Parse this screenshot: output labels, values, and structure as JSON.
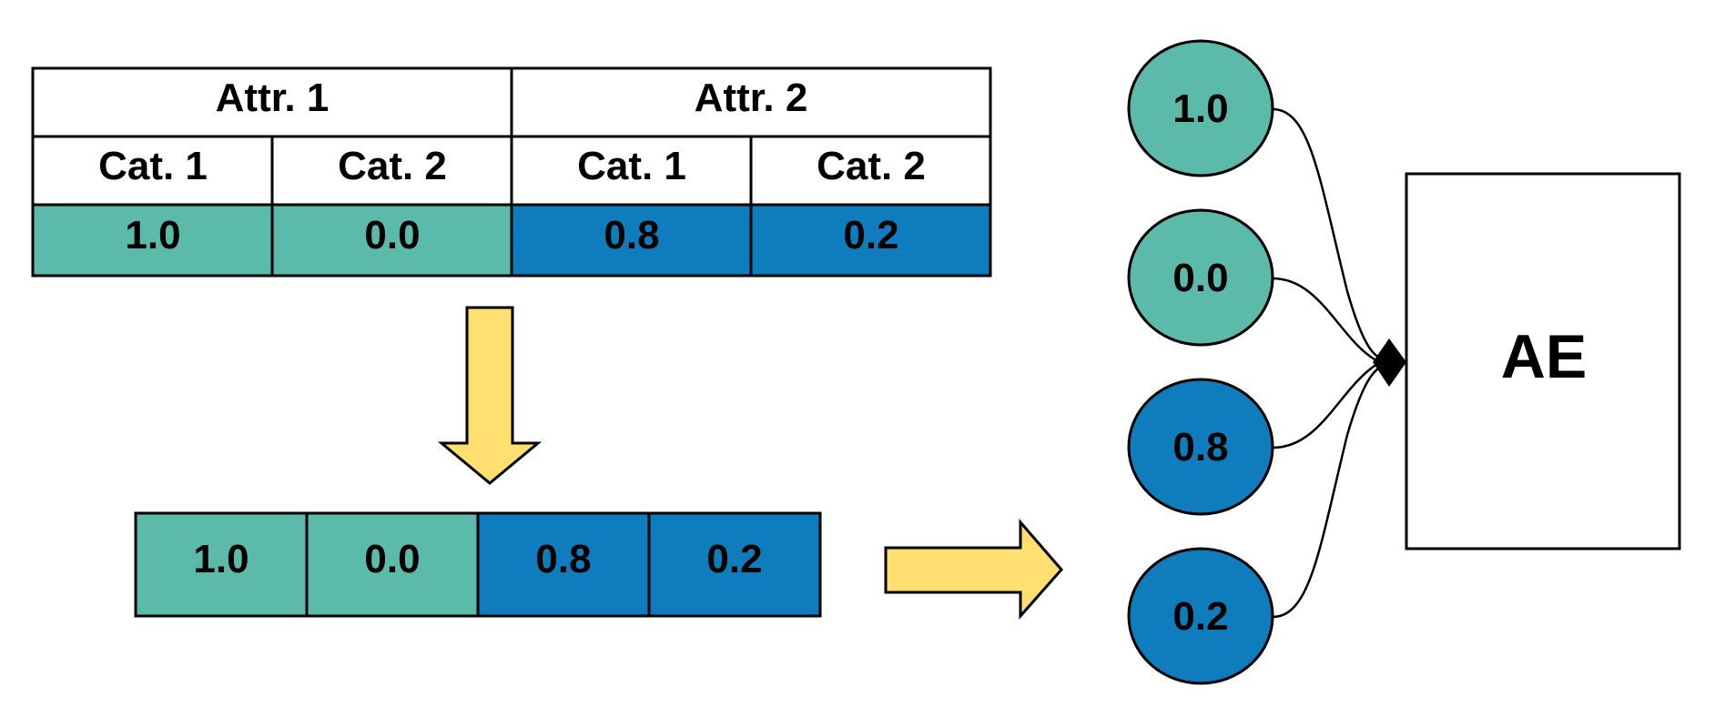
{
  "colors": {
    "teal": "#5bbaa9",
    "blue": "#0f7dbd",
    "arrow_yellow": "#ffdf70",
    "stroke": "#000000",
    "background": "#ffffff"
  },
  "table": {
    "attributes": [
      {
        "label": "Attr. 1",
        "categories": [
          "Cat. 1",
          "Cat. 2"
        ],
        "values": [
          "1.0",
          "0.0"
        ],
        "color": "teal"
      },
      {
        "label": "Attr. 2",
        "categories": [
          "Cat. 1",
          "Cat. 2"
        ],
        "values": [
          "0.8",
          "0.2"
        ],
        "color": "blue"
      }
    ]
  },
  "flat_vector": [
    {
      "value": "1.0",
      "color": "teal"
    },
    {
      "value": "0.0",
      "color": "teal"
    },
    {
      "value": "0.8",
      "color": "blue"
    },
    {
      "value": "0.2",
      "color": "blue"
    }
  ],
  "input_nodes": [
    {
      "value": "1.0",
      "color": "teal"
    },
    {
      "value": "0.0",
      "color": "teal"
    },
    {
      "value": "0.8",
      "color": "blue"
    },
    {
      "value": "0.2",
      "color": "blue"
    }
  ],
  "ae_box": {
    "label": "AE"
  },
  "arrows": {
    "down": "down-arrow-icon",
    "right": "right-arrow-icon"
  }
}
